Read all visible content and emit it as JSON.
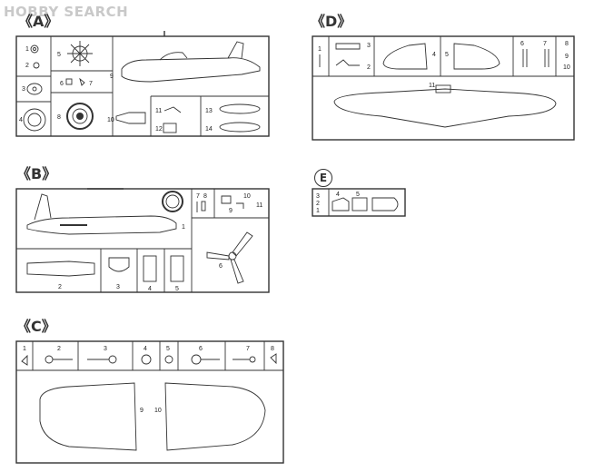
{
  "watermark": "HOBBY SEARCH",
  "sections": {
    "A": {
      "label": "《A》",
      "numbers": [
        "1",
        "2",
        "3",
        "4",
        "5",
        "6",
        "7",
        "8",
        "9",
        "10",
        "11",
        "12",
        "13",
        "14"
      ]
    },
    "B": {
      "label": "《B》",
      "numbers": [
        "1",
        "2",
        "3",
        "4",
        "5",
        "6",
        "7",
        "8",
        "9",
        "10",
        "11"
      ]
    },
    "C": {
      "label": "《C》",
      "numbers": [
        "1",
        "2",
        "3",
        "4",
        "5",
        "6",
        "7",
        "8",
        "9",
        "10"
      ]
    },
    "D": {
      "label": "《D》",
      "numbers": [
        "1",
        "2",
        "3",
        "4",
        "5",
        "6",
        "7",
        "8",
        "9",
        "10",
        "11"
      ]
    },
    "E": {
      "label": "E",
      "numbers": [
        "1",
        "2",
        "3",
        "4",
        "5"
      ]
    }
  },
  "icons": {
    "logo": "hobby-search-logo",
    "spinner": "propeller-hub-icon"
  }
}
